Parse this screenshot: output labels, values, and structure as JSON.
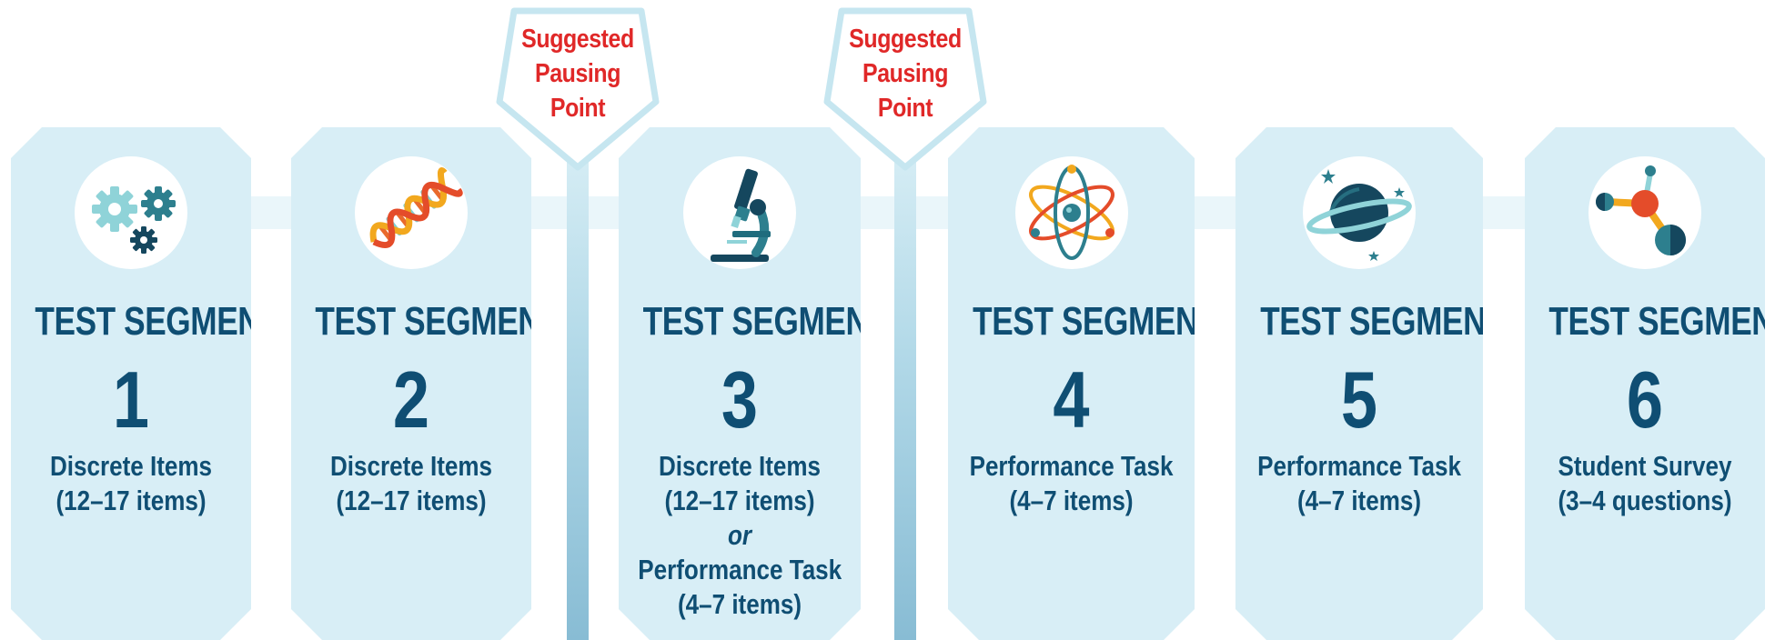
{
  "pausing_points": [
    {
      "line1": "Suggested",
      "line2": "Pausing",
      "line3": "Point"
    },
    {
      "line1": "Suggested",
      "line2": "Pausing",
      "line3": "Point"
    }
  ],
  "segments": [
    {
      "title": "TEST SEGMENT",
      "number": "1",
      "desc": [
        "Discrete Items",
        "(12–17 items)"
      ],
      "icon": "gears-icon"
    },
    {
      "title": "TEST SEGMENT",
      "number": "2",
      "desc": [
        "Discrete Items",
        "(12–17 items)"
      ],
      "icon": "dna-icon"
    },
    {
      "title": "TEST SEGMENT",
      "number": "3",
      "desc": [
        "Discrete Items",
        "(12–17 items)",
        "or",
        "Performance Task",
        "(4–7 items)"
      ],
      "icon": "microscope-icon"
    },
    {
      "title": "TEST SEGMENT",
      "number": "4",
      "desc": [
        "Performance Task",
        "(4–7 items)"
      ],
      "icon": "atom-icon"
    },
    {
      "title": "TEST SEGMENT",
      "number": "5",
      "desc": [
        "Performance Task",
        "(4–7 items)"
      ],
      "icon": "planet-icon"
    },
    {
      "title": "TEST SEGMENT",
      "number": "6",
      "desc": [
        "Student Survey",
        "(3–4 questions)"
      ],
      "icon": "molecule-icon"
    }
  ],
  "colors": {
    "panel": "#d8eef6",
    "text": "#0f4e73",
    "accent": "#e02828"
  }
}
